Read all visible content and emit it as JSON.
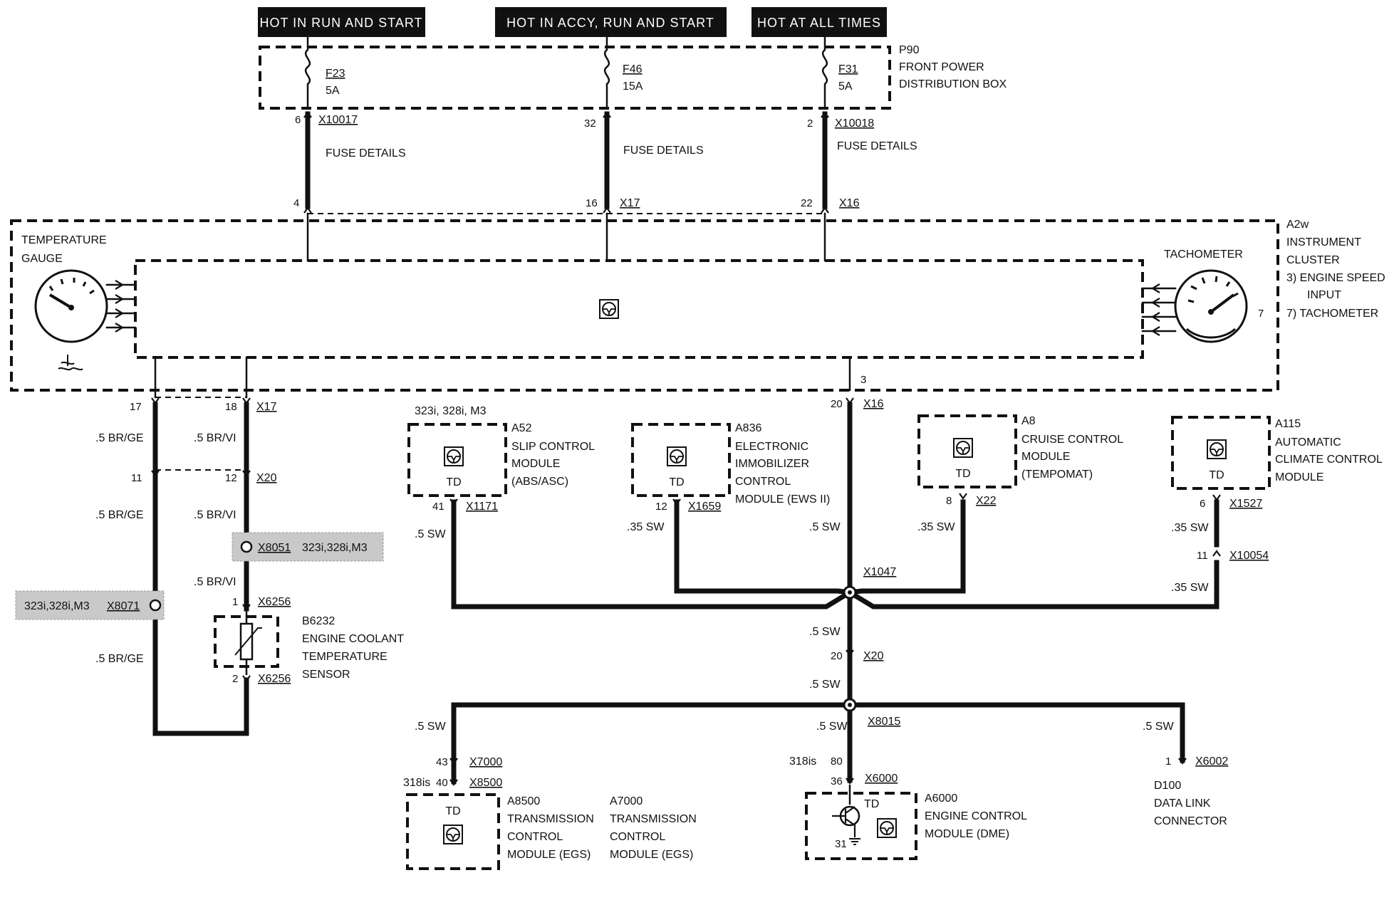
{
  "headers": {
    "run_start": "HOT IN RUN AND START",
    "accy_run_start": "HOT IN ACCY, RUN AND START",
    "all_times": "HOT AT ALL TIMES"
  },
  "fuse_box": {
    "id": "P90",
    "line1": "FRONT POWER",
    "line2": "DISTRIBUTION BOX",
    "fuses": [
      {
        "id": "F23",
        "rating": "5A"
      },
      {
        "id": "F46",
        "rating": "15A"
      },
      {
        "id": "F31",
        "rating": "5A"
      }
    ],
    "fuse_details": "FUSE DETAILS"
  },
  "connectors": {
    "x10017": "X10017",
    "x10018": "X10018",
    "x17": "X17",
    "x16": "X16",
    "x20": "X20",
    "x8051": "X8051",
    "x8071": "X8071",
    "x6256": "X6256",
    "x1171": "X1171",
    "x1659": "X1659",
    "x22": "X22",
    "x1527": "X1527",
    "x10054": "X10054",
    "x1047": "X1047",
    "x8015": "X8015",
    "x7000": "X7000",
    "x8500": "X8500",
    "x6000": "X6000",
    "x6002": "X6002"
  },
  "pins": {
    "p6": "6",
    "p32": "32",
    "p2": "2",
    "p4": "4",
    "p16": "16",
    "p22": "22",
    "p3": "3",
    "p7": "7",
    "p17": "17",
    "p18": "18",
    "p11": "11",
    "p12": "12",
    "p1": "1",
    "p2b": "2",
    "p20": "20",
    "p41": "41",
    "p12b": "12",
    "p8": "8",
    "p6b": "6",
    "p11b": "11",
    "p20b": "20",
    "p43": "43",
    "p40": "40",
    "p80": "80",
    "p36": "36",
    "p31": "31",
    "p1b": "1"
  },
  "cluster": {
    "id": "A2w",
    "line1": "INSTRUMENT",
    "line2": "CLUSTER",
    "note1": "3)   ENGINE SPEED",
    "note1b": "INPUT",
    "note2": "7)   TACHOMETER",
    "temp_gauge_1": "TEMPERATURE",
    "temp_gauge_2": "GAUGE",
    "tachometer": "TACHOMETER"
  },
  "wires": {
    "br_ge": ".5 BR/GE",
    "br_vi": ".5 BR/VI",
    "sw5": ".5 SW",
    "sw35": ".35 SW"
  },
  "variants": {
    "v1": "323i,328i,M3",
    "v2": "323i, 328i, M3",
    "v3": "318is"
  },
  "modules": {
    "a52": {
      "id": "A52",
      "l1": "SLIP CONTROL",
      "l2": "MODULE",
      "l3": "(ABS/ASC)"
    },
    "a836": {
      "id": "A836",
      "l1": "ELECTRONIC",
      "l2": "IMMOBILIZER",
      "l3": "CONTROL",
      "l4": "MODULE (EWS II)"
    },
    "a8": {
      "id": "A8",
      "l1": "CRUISE CONTROL",
      "l2": "MODULE",
      "l3": "(TEMPOMAT)"
    },
    "a115": {
      "id": "A115",
      "l1": "AUTOMATIC",
      "l2": "CLIMATE CONTROL",
      "l3": "MODULE"
    },
    "b6232": {
      "id": "B6232",
      "l1": "ENGINE COOLANT",
      "l2": "TEMPERATURE",
      "l3": "SENSOR"
    },
    "a8500": {
      "id": "A8500",
      "l1": "TRANSMISSION",
      "l2": "CONTROL",
      "l3": "MODULE (EGS)"
    },
    "a7000": {
      "id": "A7000",
      "l1": "TRANSMISSION",
      "l2": "CONTROL",
      "l3": "MODULE (EGS)"
    },
    "a6000": {
      "id": "A6000",
      "l1": "ENGINE CONTROL",
      "l2": "MODULE (DME)"
    },
    "d100": {
      "id": "D100",
      "l1": "DATA LINK",
      "l2": "CONNECTOR"
    },
    "td": "TD"
  }
}
